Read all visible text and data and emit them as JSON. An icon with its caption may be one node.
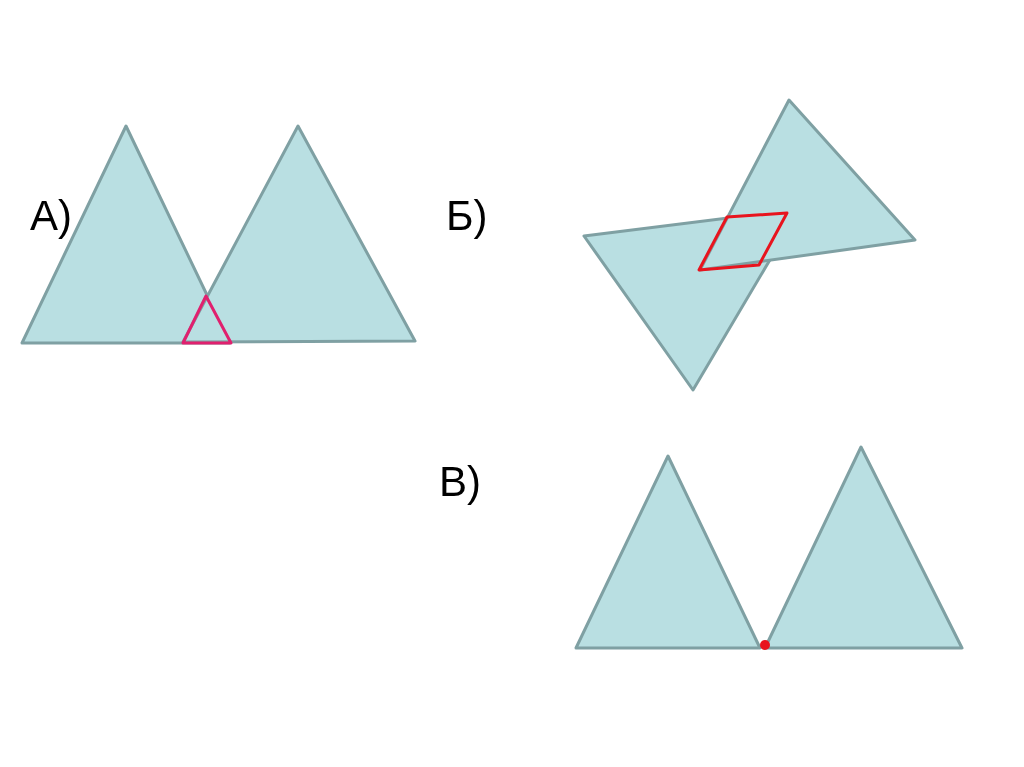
{
  "diagram": {
    "labels": [
      "А)",
      "Б)",
      "В)"
    ]
  }
}
